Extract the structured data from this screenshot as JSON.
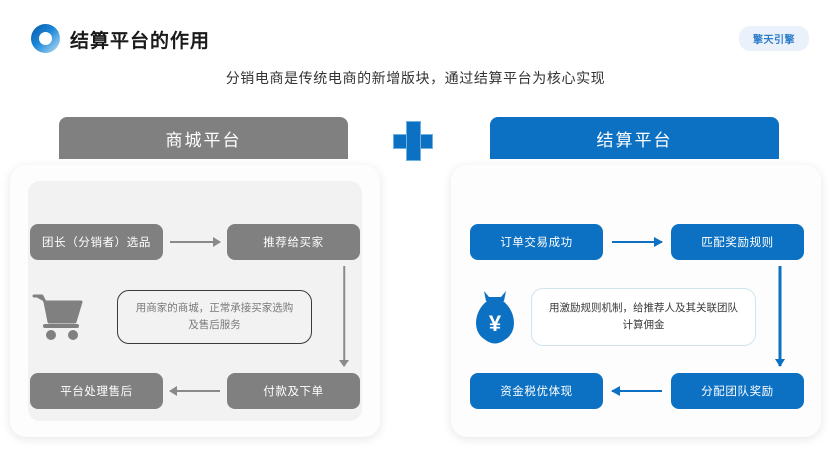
{
  "header": {
    "logo_icon": "gradient-ring-logo",
    "title": "结算平台的作用",
    "brand_badge": "擎天引擎",
    "subtitle": "分销电商是传统电商的新增版块，通过结算平台为核心实现"
  },
  "colors": {
    "gray": "#808080",
    "blue": "#0c71c3",
    "badge_bg": "#eaf1fb",
    "badge_text": "#2f7dc8",
    "panel_bg": "#fdfdfd",
    "inner_panel_bg": "#f2f2f2"
  },
  "center_icon": "plus-icon",
  "panels": [
    {
      "id": "mall",
      "header": "商城平台",
      "icon": "shopping-cart-icon",
      "nodes": [
        "团长（分销者）选品",
        "推荐给买家",
        "付款及下单",
        "平台处理售后"
      ],
      "callout": "用商家的商城，正常承接买家选购及售后服务"
    },
    {
      "id": "settlement",
      "header": "结算平台",
      "icon": "money-bag-icon",
      "nodes": [
        "订单交易成功",
        "匹配奖励规则",
        "分配团队奖励",
        "资金税优体现"
      ],
      "callout": "用激励规则机制，给推荐人及其关联团队计算佣金"
    }
  ]
}
